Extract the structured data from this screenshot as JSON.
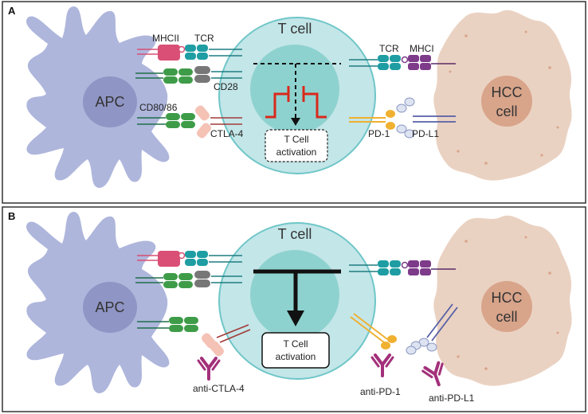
{
  "panels": [
    {
      "letter": "A",
      "apc_label": "APC",
      "tcell_label": "T cell",
      "hcc_label_line1": "HCC",
      "hcc_label_line2": "cell",
      "mhcii": "MHCII",
      "tcr_left": "TCR",
      "cd28": "CD28",
      "cd80": "CD80/86",
      "ctla4": "CTLA-4",
      "tcr_right": "TCR",
      "mhci": "MHCI",
      "pd1": "PD-1",
      "pdl1": "PD-L1",
      "activation_line1": "T Cell",
      "activation_line2": "activation"
    },
    {
      "letter": "B",
      "apc_label": "APC",
      "tcell_label": "T cell",
      "hcc_label_line1": "HCC",
      "hcc_label_line2": "cell",
      "activation_line1": "T Cell",
      "activation_line2": "activation",
      "anti_ctla4": "anti-CTLA-4",
      "anti_pd1": "anti-PD-1",
      "anti_pdl1": "anti-PD-L1"
    }
  ],
  "colors": {
    "apc": "#aeb6dc",
    "apc_nucleus": "#8f95c4",
    "tcell": "#c3e6e8",
    "tcell_border": "#6fc6c8",
    "tcell_nucleus": "#8ed2cf",
    "hcc": "#ead2c2",
    "hcc_nucleus": "#d8a48a",
    "mhcii": "#d94f75",
    "tcr": "#1e9da3",
    "cd80": "#3e9c48",
    "cd28": "#777777",
    "ctla4": "#f5c2b6",
    "mhci": "#7e3b8a",
    "pd1": "#f0b030",
    "pdl1": "#a9b7db",
    "antibody": "#a3307a",
    "inhibit": "#d82a1c"
  }
}
